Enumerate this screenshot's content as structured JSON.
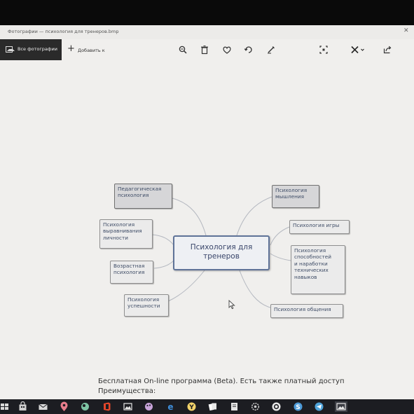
{
  "window": {
    "title": "Фотографии — психология для тренеров.bmp"
  },
  "toolbar": {
    "all_photos_label": "Все фотографии",
    "add_label": "Добавить к",
    "icons": [
      "zoom-icon",
      "delete-icon",
      "favorite-icon",
      "rotate-icon",
      "edit-icon",
      "crop-icon",
      "draw-icon",
      "share-icon"
    ]
  },
  "mindmap": {
    "center": "Психология для\nтренеров",
    "left": [
      "Педагогическая\nпсихология",
      "Психология\nвыравнивания\nличности",
      "Возрастная\nпсихология",
      "Психология\nуспешности"
    ],
    "right": [
      "Психология\nмышления",
      "Психология игры",
      "Психология\nспособностей\nи наработки\nтехнических\nнавыков",
      "Психология общения"
    ]
  },
  "page_text": {
    "line1": "Бесплатная On-line программа (Beta). Есть также платный доступ",
    "line2": "Преимущества:"
  },
  "taskbar": {
    "icons": [
      "windows-icon",
      "store-icon",
      "mail-icon",
      "maps-icon",
      "app-icon",
      "office-icon",
      "photos-taskbar-icon",
      "paint-icon",
      "edge-icon",
      "yandex-browser-icon",
      "solitaire-icon",
      "notes-icon",
      "settings-icon",
      "whatsapp-icon",
      "skype-icon",
      "telegram-icon",
      "photos-active-icon"
    ]
  },
  "colors": {
    "accent_title_text": "#3e4c66",
    "center_border": "#5f7398",
    "taskbar": "#1c1d22"
  }
}
